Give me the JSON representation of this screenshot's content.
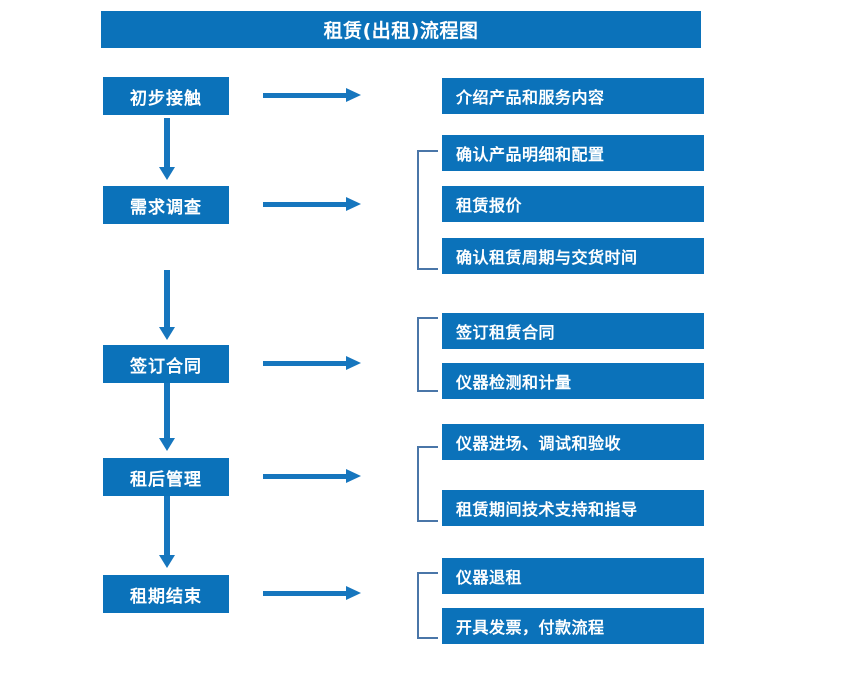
{
  "diagram": {
    "title": "租赁(出租)流程图",
    "colors": {
      "box_blue": "#0B72BA",
      "arrow_blue": "#1676BE",
      "bracket_blue": "#4A76A8",
      "text_white": "#FFFFFF",
      "background": "#FFFFFF"
    },
    "stages": [
      {
        "id": "stage-1",
        "label": "初步接触",
        "details": [
          "介绍产品和服务内容"
        ],
        "has_bracket": false,
        "has_down_arrow": true
      },
      {
        "id": "stage-2",
        "label": "需求调查",
        "details": [
          "确认产品明细和配置",
          "租赁报价",
          "确认租赁周期与交货时间"
        ],
        "has_bracket": true,
        "has_down_arrow": true
      },
      {
        "id": "stage-3",
        "label": "签订合同",
        "details": [
          "签订租赁合同",
          "仪器检测和计量"
        ],
        "has_bracket": true,
        "has_down_arrow": true
      },
      {
        "id": "stage-4",
        "label": "租后管理",
        "details": [
          "仪器进场、调试和验收",
          "租赁期间技术支持和指导"
        ],
        "has_bracket": true,
        "has_down_arrow": true
      },
      {
        "id": "stage-5",
        "label": "租期结束",
        "details": [
          "仪器退租",
          "开具发票，付款流程"
        ],
        "has_bracket": true,
        "has_down_arrow": false
      }
    ]
  }
}
